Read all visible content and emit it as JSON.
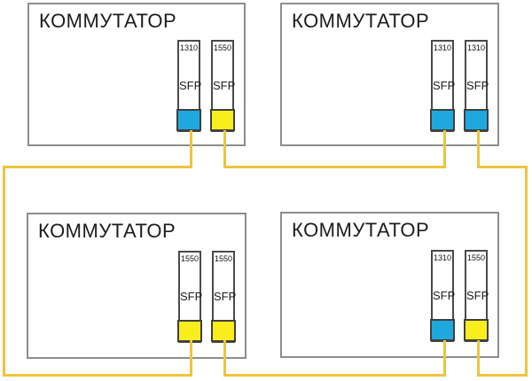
{
  "diagram": {
    "kind": "fiber-network-ring-topology",
    "colors": {
      "cable": "#eec43e",
      "connector_1310": "#1fa8de",
      "connector_1550": "#f8ee1b",
      "box_border": "#8d8d8d",
      "sfp_border": "#4a4a4a",
      "background": "#ffffff",
      "text": "#1c1c1c"
    },
    "switches": [
      {
        "id": "top-left",
        "label": "КОММУТАТОР",
        "ports": [
          {
            "wavelength": "1310",
            "module_label": "SFP",
            "connector_color": "#1fa8de"
          },
          {
            "wavelength": "1550",
            "module_label": "SFP",
            "connector_color": "#f8ee1b"
          }
        ]
      },
      {
        "id": "top-right",
        "label": "КОММУТАТОР",
        "ports": [
          {
            "wavelength": "1310",
            "module_label": "SFP",
            "connector_color": "#1fa8de"
          },
          {
            "wavelength": "1310",
            "module_label": "SFP",
            "connector_color": "#1fa8de"
          }
        ]
      },
      {
        "id": "bottom-left",
        "label": "КОММУТАТОР",
        "ports": [
          {
            "wavelength": "1550",
            "module_label": "SFP",
            "connector_color": "#f8ee1b"
          },
          {
            "wavelength": "1550",
            "module_label": "SFP",
            "connector_color": "#f8ee1b"
          }
        ]
      },
      {
        "id": "bottom-right",
        "label": "КОММУТАТОР",
        "ports": [
          {
            "wavelength": "1310",
            "module_label": "SFP",
            "connector_color": "#1fa8de"
          },
          {
            "wavelength": "1550",
            "module_label": "SFP",
            "connector_color": "#f8ee1b"
          }
        ]
      }
    ],
    "links": [
      {
        "name": "left-link",
        "from": "top-left port 1 (1310)",
        "to": "bottom-left port 1 (1550)"
      },
      {
        "name": "top-link",
        "from": "top-left port 2 (1550)",
        "to": "top-right port 1 (1310)"
      },
      {
        "name": "right-link",
        "from": "top-right port 2 (1310)",
        "to": "bottom-right port 2 (1550)"
      },
      {
        "name": "bottom-link",
        "from": "bottom-left port 2 (1550)",
        "to": "bottom-right port 1 (1310)"
      }
    ]
  }
}
